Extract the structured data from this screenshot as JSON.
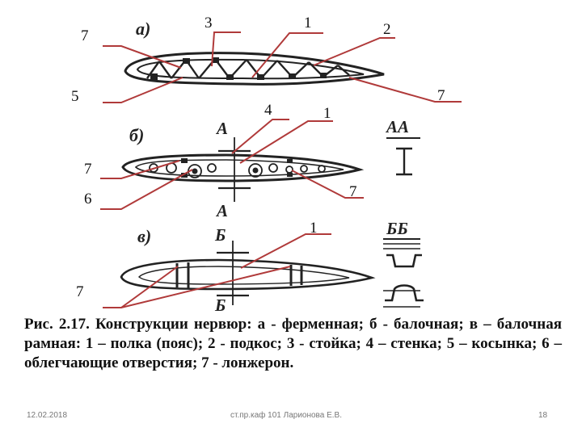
{
  "figure": {
    "variants": {
      "a": "а)",
      "b": "б)",
      "c": "в)"
    },
    "section_marks": {
      "a": "А",
      "b": "Б"
    },
    "section_views": {
      "aa": "АА",
      "bb": "ББ"
    },
    "callouts": {
      "c1": "7",
      "c2": "3",
      "c3": "1",
      "c4": "2",
      "c5": "5",
      "c6": "7",
      "c7": "4",
      "c8": "1",
      "c9": "7",
      "c10": "6",
      "c11": "7",
      "c12": "1",
      "c13": "7"
    }
  },
  "caption": "Рис. 2.17. Конструкции нервюр: а - ферменная; б - балочная; в – балочная рамная: 1 – полка (пояс); 2 - подкос; 3 - стойка; 4 – стенка; 5 – косынка; 6 – облегчающие отверстия; 7 - лонжерон.",
  "footer": {
    "date": "12.02.2018",
    "author": "ст.пр.каф 101 Ларионова Е.В.",
    "page": "18"
  }
}
